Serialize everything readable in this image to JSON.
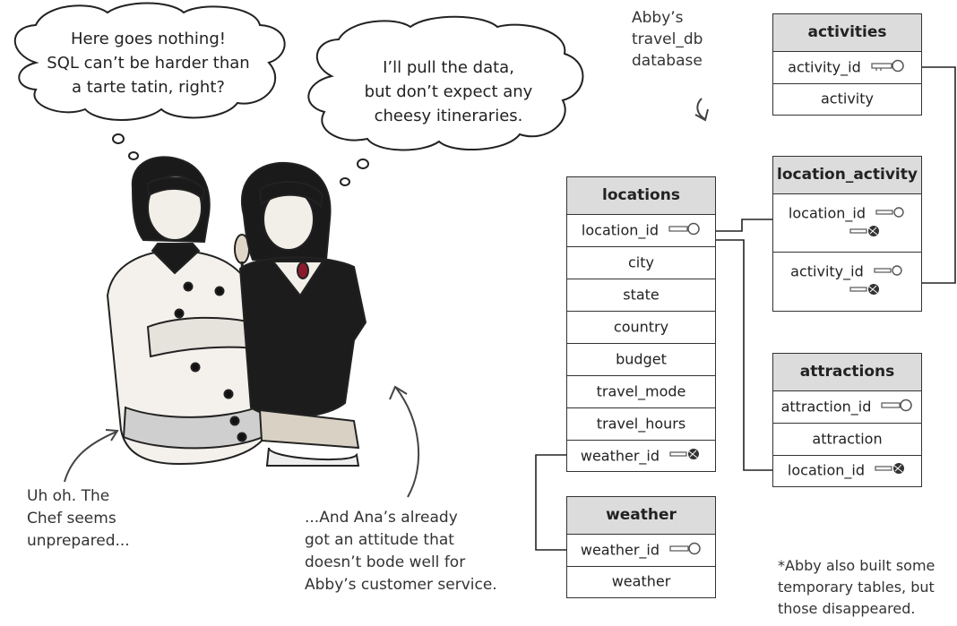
{
  "bubbles": {
    "chef": [
      "Here goes nothing!",
      "SQL can’t be harder than",
      "a tarte tatin, right?"
    ],
    "ana": [
      "I’ll pull the data,",
      "but don’t expect any",
      "cheesy itineraries."
    ]
  },
  "notes": {
    "db_label": [
      "Abby’s",
      "travel_db",
      "database"
    ],
    "chef_note": [
      "Uh oh. The",
      "Chef seems",
      "unprepared..."
    ],
    "ana_note": [
      "...And Ana’s already",
      "got an attitude that",
      "doesn’t bode well for",
      "Abby’s customer service."
    ],
    "footnote": [
      "*Abby also built some",
      "temporary tables, but",
      "those disappeared."
    ]
  },
  "tables": {
    "activities": {
      "title": "activities",
      "fields": [
        "activity_id",
        "activity"
      ]
    },
    "location_activity": {
      "title": "location_activity",
      "fields": [
        "location_id",
        "activity_id"
      ]
    },
    "locations": {
      "title": "locations",
      "fields": [
        "location_id",
        "city",
        "state",
        "country",
        "budget",
        "travel_mode",
        "travel_hours",
        "weather_id"
      ]
    },
    "attractions": {
      "title": "attractions",
      "fields": [
        "attraction_id",
        "attraction",
        "location_id"
      ]
    },
    "weather": {
      "title": "weather",
      "fields": [
        "weather_id",
        "weather"
      ]
    }
  },
  "icons": {
    "primary_key": "key-icon",
    "foreign_key": "foreign-key-icon"
  },
  "colors": {
    "header_fill": "#dcdcdc",
    "line": "#222222"
  }
}
